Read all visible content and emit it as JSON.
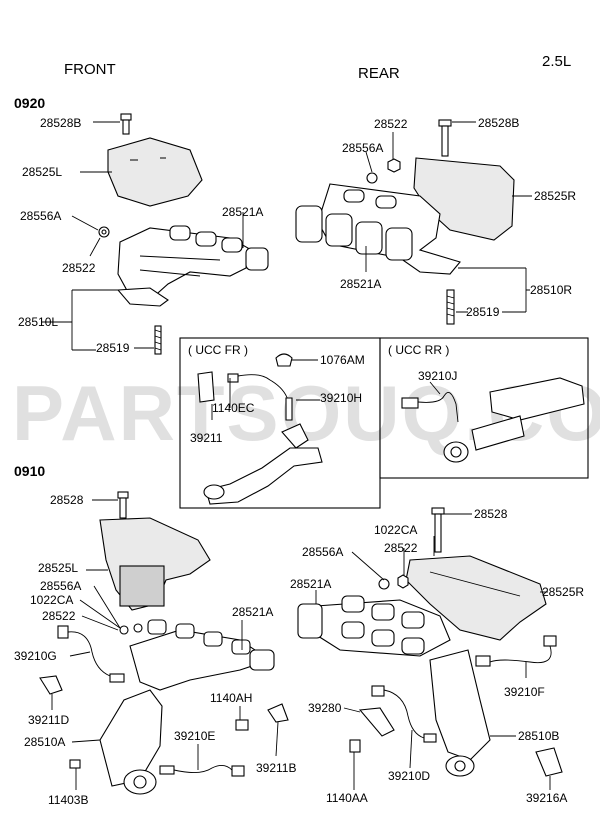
{
  "headers": {
    "front": "FRONT",
    "rear": "REAR",
    "engine": "2.5L"
  },
  "sections": {
    "s0920": "0920",
    "s0910": "0910"
  },
  "boxes": {
    "ucc_fr": "( UCC  FR )",
    "ucc_rr": "( UCC  RR )"
  },
  "watermark": "PARTSOUQ.COM",
  "labels": {
    "l01": "28528B",
    "l02": "28525L",
    "l03": "28556A",
    "l04": "28522",
    "l05": "28521A",
    "l06": "28510L",
    "l07": "28519",
    "l08": "28522",
    "l09": "28528B",
    "l10": "28556A",
    "l11": "28525R",
    "l12": "28521A",
    "l13": "28510R",
    "l14": "28519",
    "l15": "1076AM",
    "l16": "1140EC",
    "l17": "39210H",
    "l18": "39211",
    "l19": "39210J",
    "l20": "28528",
    "l21": "28525L",
    "l22": "28556A",
    "l23": "1022CA",
    "l24": "28522",
    "l25": "28521A",
    "l26": "39210G",
    "l27": "39211D",
    "l28": "28510A",
    "l29": "11403B",
    "l30": "1140AH",
    "l31": "39210E",
    "l32": "39211B",
    "l33": "28528",
    "l34": "1022CA",
    "l35": "28556A",
    "l36": "28522",
    "l37": "28521A",
    "l38": "28525R",
    "l39": "39280",
    "l40": "39210F",
    "l41": "28510B",
    "l42": "1140AA",
    "l43": "39210D",
    "l44": "39216A"
  }
}
